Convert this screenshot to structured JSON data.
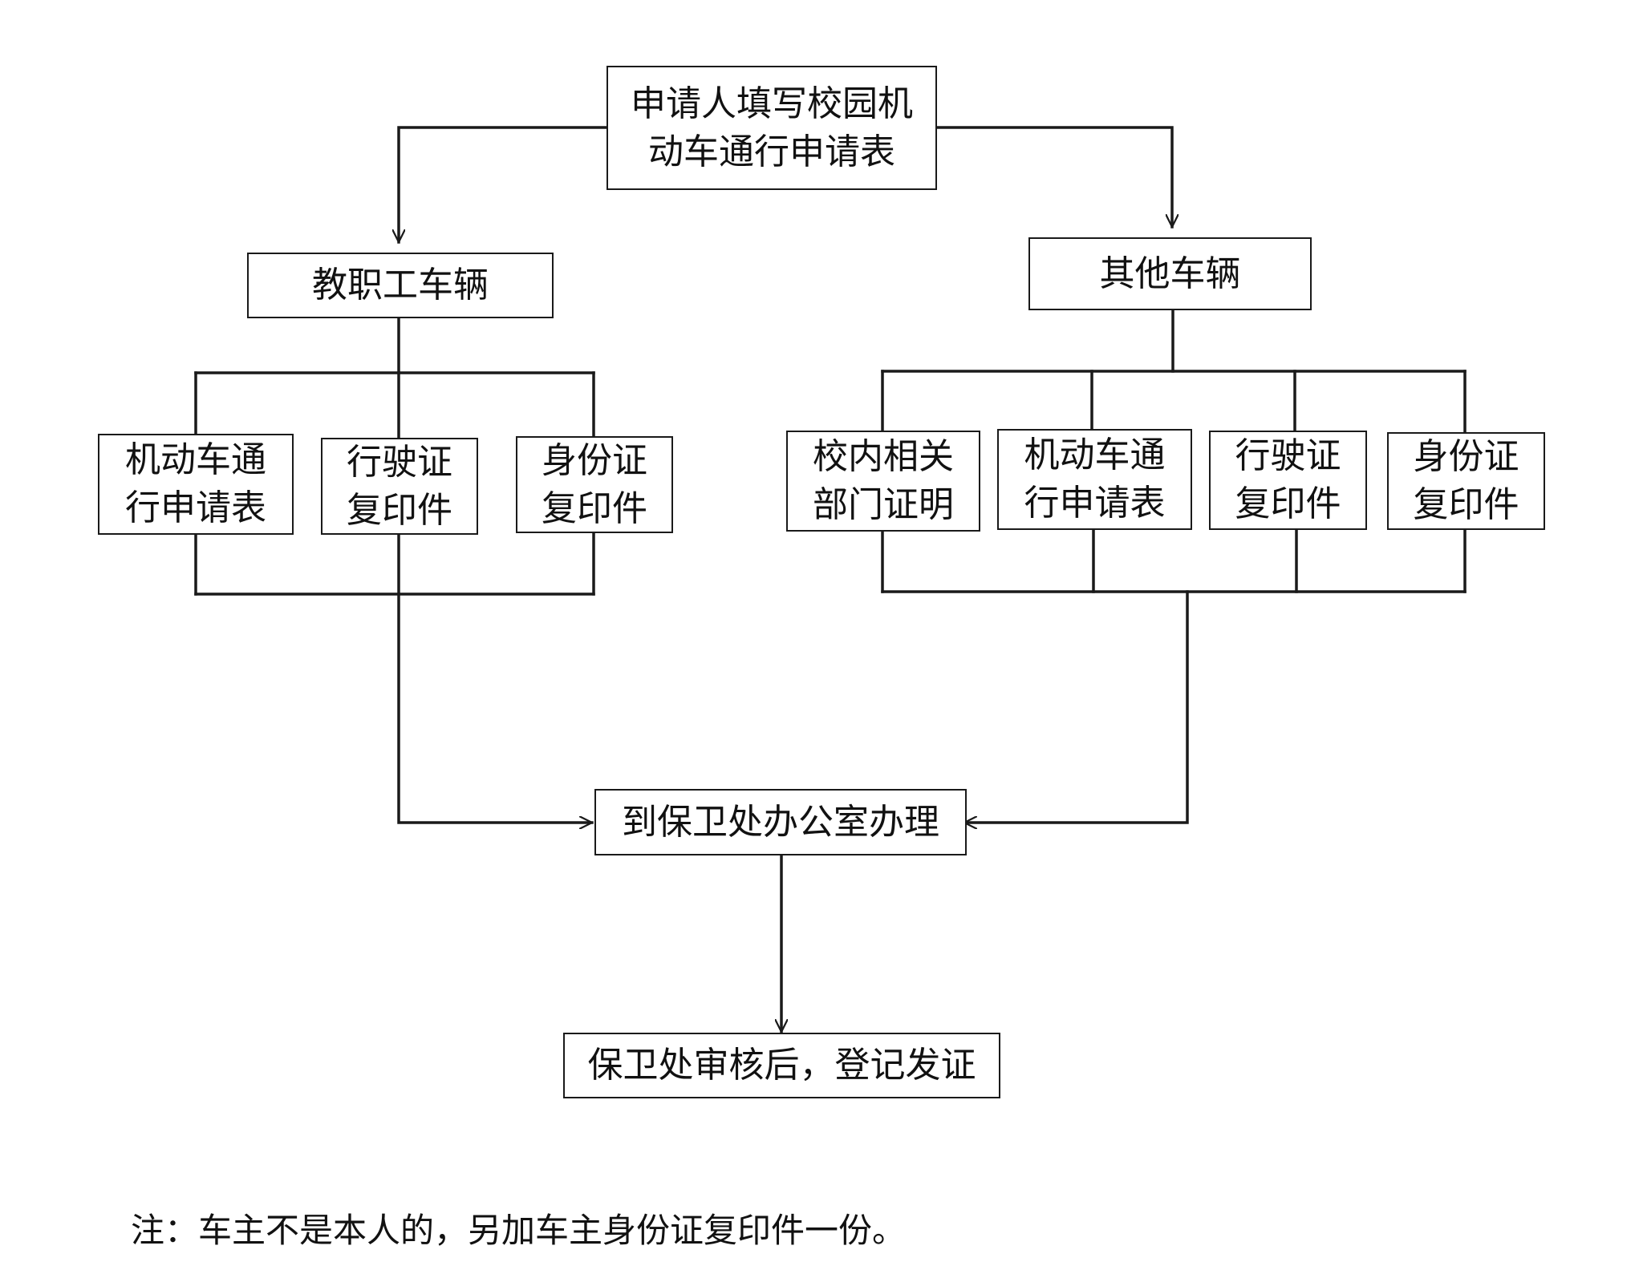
{
  "flowchart": {
    "start": "申请人填写校园机\n动车通行申请表",
    "branches": {
      "staff": {
        "label": "教职工车辆",
        "documents": [
          "机动车通\n行申请表",
          "行驶证\n复印件",
          "身份证\n复印件"
        ]
      },
      "other": {
        "label": "其他车辆",
        "documents": [
          "校内相关\n部门证明",
          "机动车通\n行申请表",
          "行驶证\n复印件",
          "身份证\n复印件"
        ]
      }
    },
    "process": "到保卫处办公室办理",
    "end": "保卫处审核后，登记发证"
  },
  "note": "注：车主不是本人的，另加车主身份证复印件一份。"
}
